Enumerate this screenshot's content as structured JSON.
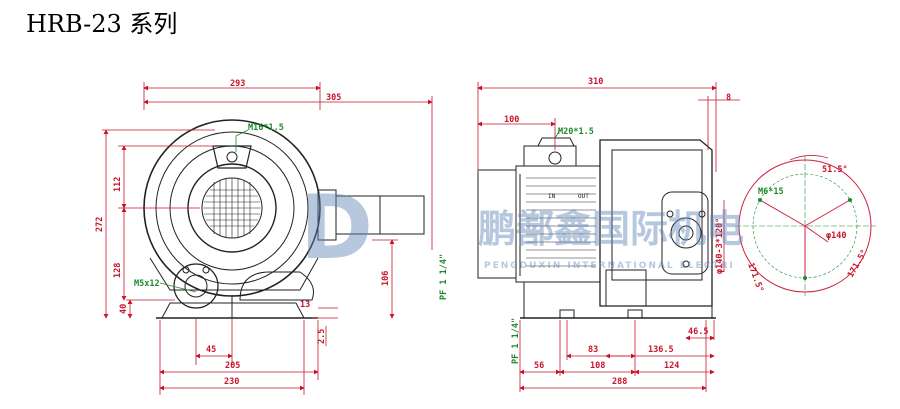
{
  "title": "HRB-23 系列",
  "front_view": {
    "dims": {
      "w293": "293",
      "w305": "305",
      "h272": "272",
      "h112": "112",
      "h128": "128",
      "h40": "40",
      "h106": "106",
      "w45": "45",
      "w205": "205",
      "w230": "230",
      "w13": "13",
      "h2_5": "2.5"
    },
    "notes": {
      "top_port": "M16*1.5",
      "bottom_screw": "M5x12"
    },
    "port_label": "PF 1 1/4\""
  },
  "side_view": {
    "dims": {
      "w310": "310",
      "w8": "8",
      "w100": "100",
      "w56": "56",
      "w108": "108",
      "w83": "83",
      "w124": "124",
      "w136_5": "136.5",
      "w288": "288",
      "w46_5": "46.5",
      "flange": "φ140-3*120°"
    },
    "notes": {
      "top_port": "M20*1.5"
    },
    "port_label": "PF 1 1/4\"",
    "motor_labels": [
      "IN",
      "OUT"
    ]
  },
  "flange_view": {
    "angle_a": "51.5°",
    "angle_b": "171.5°",
    "angle_c": "171.5°",
    "note": "M6*15",
    "diameter": "φ140"
  },
  "watermark": {
    "cn": "鹏鄯鑫国际机电",
    "en": "PENGDUXIN INTERNATIONAL ELECTRI"
  },
  "colors": {
    "line": "#222222",
    "dim": "#c8142a",
    "note": "#1e8a2e",
    "flange": "#d02040",
    "watermark": "#5f84b8"
  }
}
